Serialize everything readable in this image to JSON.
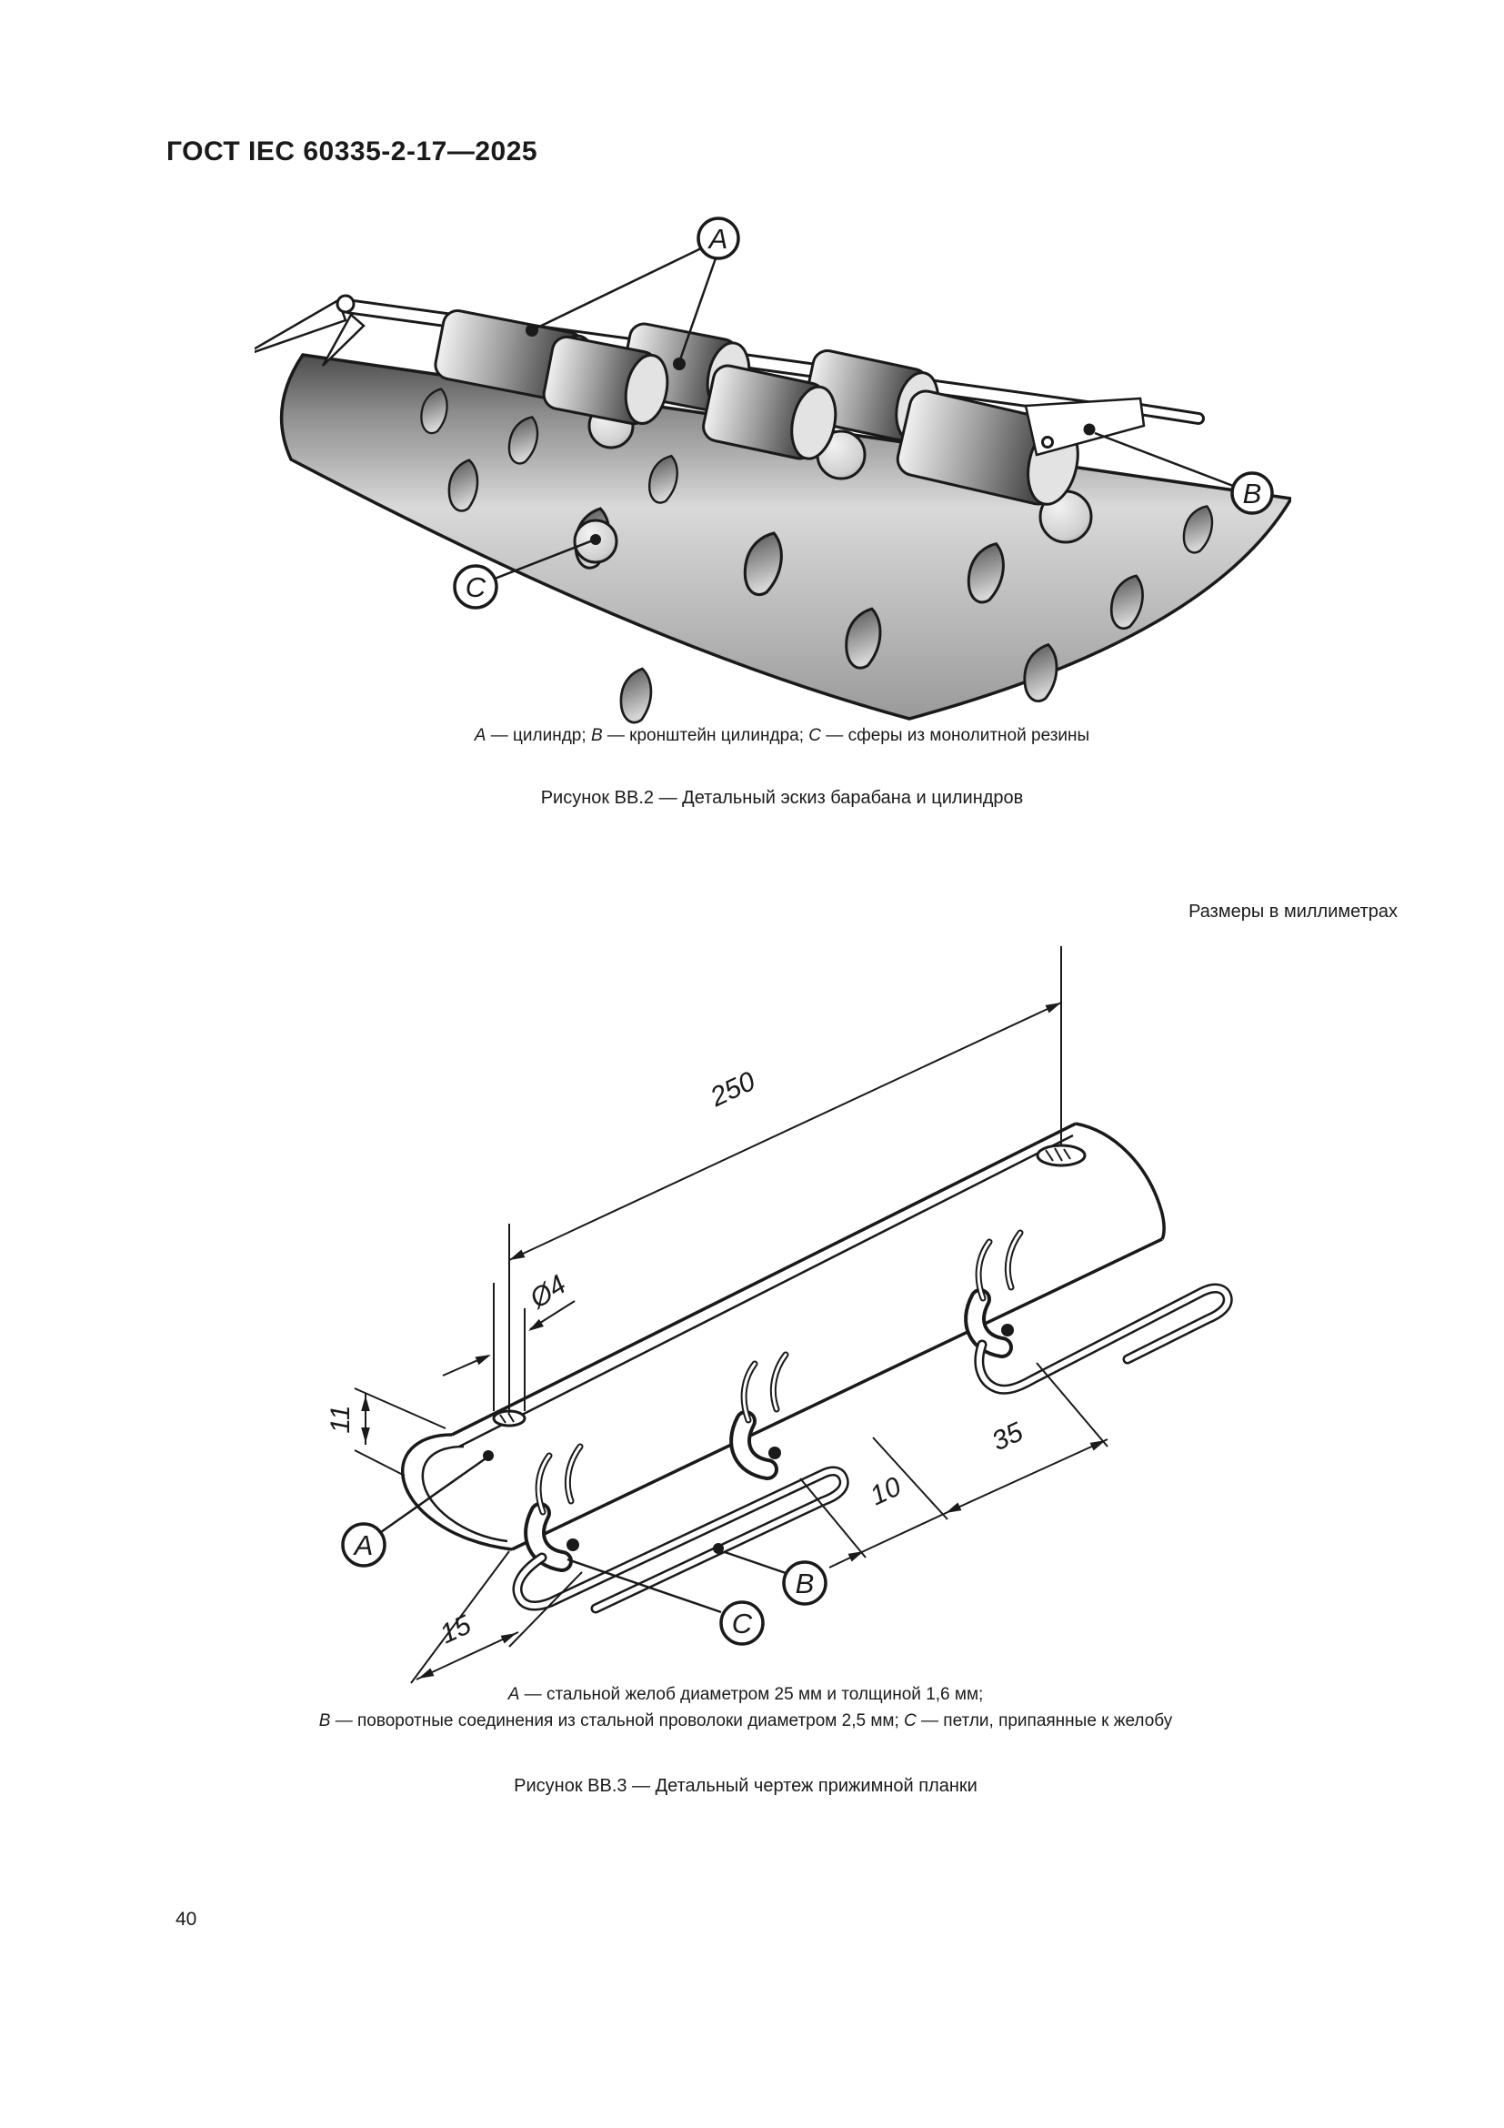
{
  "page": {
    "header": "ГОСТ IEC 60335-2-17—2025",
    "number": "40",
    "dimensions_note": "Размеры в миллиметрах"
  },
  "figure_bb2": {
    "callouts": {
      "a": "A",
      "b": "B",
      "c": "C"
    },
    "caption": {
      "a": "A",
      "a_text": " — цилиндр; ",
      "b": "B",
      "b_text": " — кронштейн цилиндра; ",
      "c": "C",
      "c_text": " — сферы из монолитной резины"
    },
    "title": "Рисунок ВВ.2 — Детальный эскиз барабана и цилиндров"
  },
  "figure_bb3": {
    "callouts": {
      "a": "A",
      "b": "B",
      "c": "C"
    },
    "dimensions": {
      "length": "250",
      "hole_diameter": "Ø4",
      "depth": "11",
      "offset_left": "15",
      "gap": "10",
      "span": "35"
    },
    "caption_line1": {
      "a": "A",
      "a_text": " — стальной желоб диаметром 25 мм и толщиной 1,6 мм;"
    },
    "caption_line2": {
      "b": "B",
      "b_text": " — поворотные соединения из стальной проволоки диаметром 2,5 мм; ",
      "c": "C",
      "c_text": " — петли, припаянные к желобу"
    },
    "title": "Рисунок ВВ.3 — Детальный чертеж прижимной планки"
  }
}
